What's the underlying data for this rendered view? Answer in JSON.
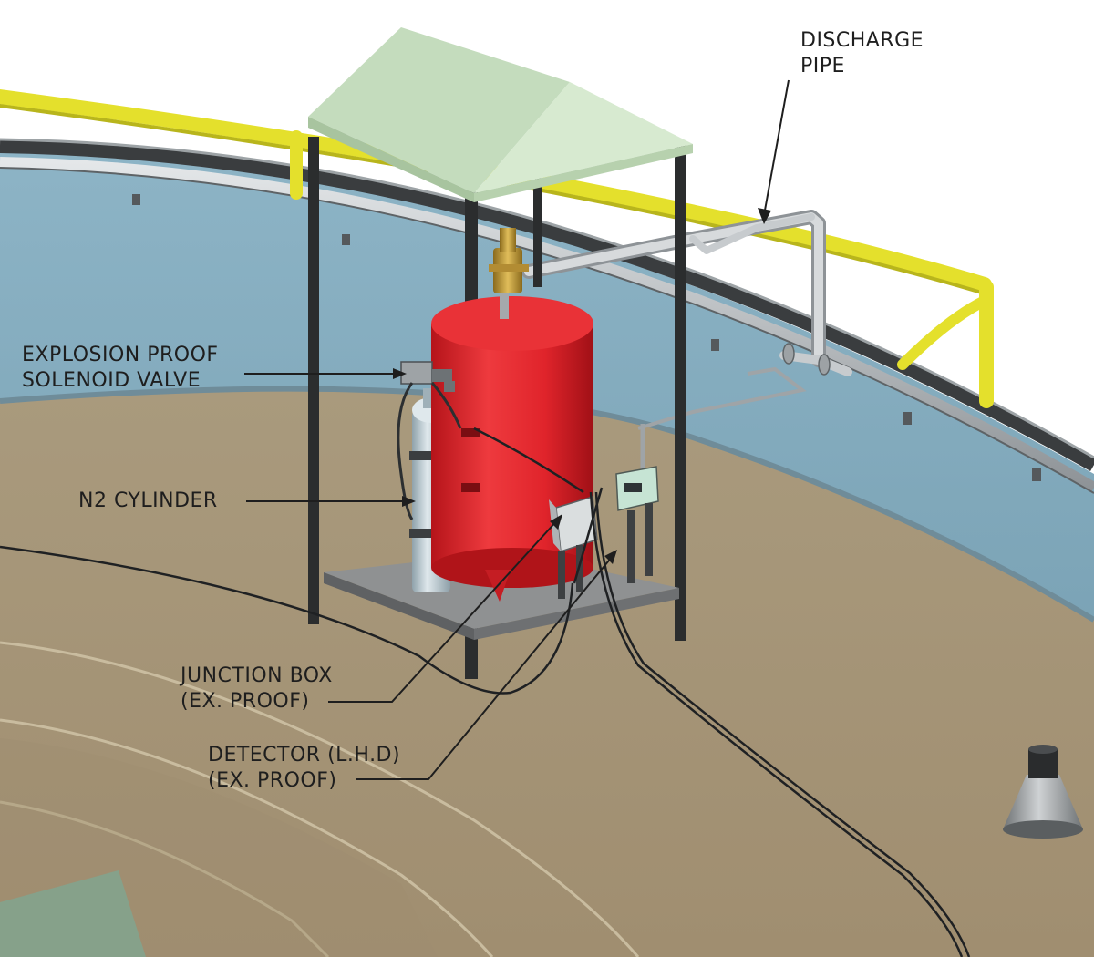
{
  "callouts": {
    "discharge_pipe": {
      "line1": "DISCHARGE",
      "line2": "PIPE"
    },
    "solenoid_valve": {
      "line1": "EXPLOSION PROOF",
      "line2": "SOLENOID VALVE"
    },
    "n2_cylinder": {
      "line1": "N2 CYLINDER"
    },
    "junction_box": {
      "line1": "JUNCTION BOX",
      "line2": "(EX. PROOF)"
    },
    "detector": {
      "line1": "DETECTOR (L.H.D)",
      "line2": "(EX. PROOF)"
    }
  },
  "colors": {
    "tank_wall": "#7aa3b7",
    "floating_roof": "#a8977a",
    "handrail": "#e4e02c",
    "canopy": "#c9e2c3",
    "pressure_vessel": "#e0242b",
    "n2_cylinder": "#b8c8d0",
    "skid": "#8f9192",
    "pipe": "#bfc3c6",
    "leader_line": "#1e1e1e"
  }
}
